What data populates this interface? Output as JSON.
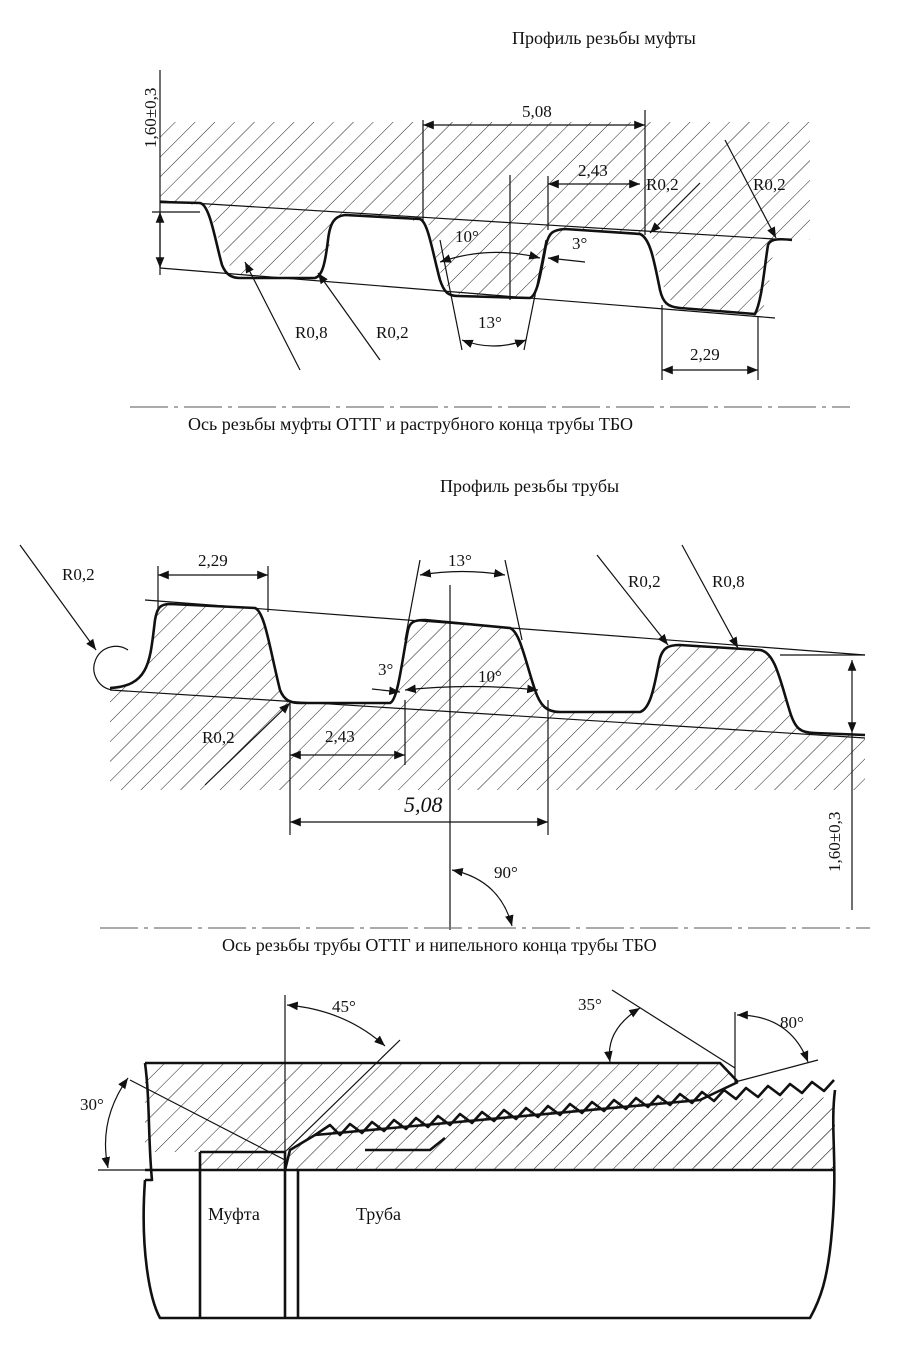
{
  "coupling_profile": {
    "title": "Профиль резьбы муфты",
    "axis_caption": "Ось резьбы муфты ОТТГ и раструбного конца трубы ТБО",
    "dims": {
      "height": "1,60±0,3",
      "pitch": "5,08",
      "width_243": "2,43",
      "width_229": "2,29",
      "radius_02_a": "R0,2",
      "radius_02_b": "R0,2",
      "radius_08": "R0,8",
      "radius_02_c": "R0,2",
      "angle_10": "10°",
      "angle_3": "3°",
      "angle_13": "13°"
    }
  },
  "pipe_profile": {
    "title": "Профиль резьбы трубы",
    "axis_caption": "Ось резьбы трубы ОТТГ и нипельного конца трубы ТБО",
    "dims": {
      "radius_02_left": "R0,2",
      "width_229": "2,29",
      "angle_13": "13°",
      "radius_02_right": "R0,2",
      "radius_08": "R0,8",
      "angle_3": "3°",
      "angle_10": "10°",
      "radius_02_bottom": "R0,2",
      "width_243": "2,43",
      "pitch": "5,08",
      "height": "1,60±0,3",
      "angle_90": "90°"
    }
  },
  "assembly": {
    "angle_45": "45°",
    "angle_35": "35°",
    "angle_80": "80°",
    "angle_30": "30°",
    "label_coupling": "Муфта",
    "label_pipe": "Труба"
  }
}
